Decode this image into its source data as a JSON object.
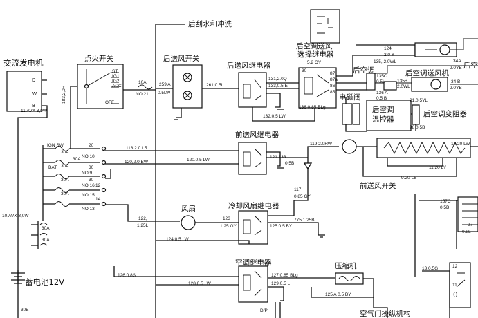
{
  "labels": {
    "alternator": "交流发电机",
    "alt_D": "D",
    "alt_W": "W",
    "alt_B": "B",
    "alt_wire": "11,AVX 8,0W",
    "ignition_switch": "点火开关",
    "ign_ST": "ST",
    "ign_IG1": "IG1",
    "ign_IG2": "IG2",
    "ign_ACC": "ACC",
    "ign_OFF": "OFF",
    "ign_wire": "183,2,0R",
    "fuse_10a": "10A",
    "fuse_no21": "NO.21",
    "rear_wiper": "后刮水和冲洗",
    "rear_fan_switch": "后送风开关",
    "wire_259": "259 A",
    "wire_05lw": "0.5LW",
    "rear_fan_relay": "后送风继电器",
    "wire_261": "261,0.5L",
    "wire_131": "131,2.0Q",
    "wire_133": "133,0.5 E",
    "wire_132": "132,0.5 LW",
    "rear_ac_select": "后空调送风",
    "rear_ac_select2": "选择继电器",
    "wire_52oy": "5.2 OY",
    "pin_30": "30",
    "pin_87": "87",
    "pin_87a": "87a",
    "pin_86": "86",
    "pin_85": "85",
    "wire_136": "136 0.85 BLg",
    "rear_ac_motor": "后空调送风机",
    "rear_ac_short": "后空调",
    "wire_124": "124",
    "wire_124b": "2.0 Y",
    "wire_135": "135, 2.0WL",
    "wire_134a": "34A",
    "wire_20yb": "2.0YB",
    "wire_135c": "135C",
    "wire_05l": "0.5L",
    "wire_135b": "135B",
    "wire_135b2": "2.0WL",
    "wire_134b": "34 B",
    "wire_20yb2": "2.0YB",
    "wire_136a": "136 A",
    "wire_136a2": "0.5 B",
    "solenoid": "电磁阀",
    "rear_ac_temp": "后空调",
    "rear_ac_temp2": "温控器",
    "wire_21": "21,0.5YL",
    "wire_98": "98 0.5B",
    "rear_ac_resistor": "后空调变阻器",
    "ign_sw": "IGN SW",
    "fuse_30a_1": "30A",
    "fuse_30a_2": "30A",
    "fuse_30a_3": "30A",
    "fuse_30a_4": "30A",
    "fuse_30a_5": "30A",
    "fuse_30a_6": "30A",
    "fuse_30a_7": "30A",
    "bat": "BAT",
    "no10": "NO.10",
    "fuse_30": "30",
    "fuse_no9": "NO.9",
    "fuse_30b": "30",
    "fuse_no16": "NO.16",
    "fuse_12": "12",
    "fuse_no15": "NO.15",
    "fuse_14": "14",
    "fuse_no13": "NO.13",
    "fuse_20": "20",
    "front_fan_relay": "前送风继电器",
    "wire_118": "118,2.0 LR",
    "wire_120": "120,2.0 BW",
    "wire_120b": "120.0.5 LW",
    "wire_121": "121.133",
    "wire_121b": "0.5B",
    "wire_119": "119 2.0RW",
    "wire_1220": "12.20 LW",
    "wire_1120": "11.20 LY",
    "wire_920": "9.20 LB",
    "front_fan_switch": "前送风开关",
    "wire_117": "117",
    "wire_085gy": "0.85 GY",
    "fan": "风扇",
    "wire_122": "122,",
    "wire_125l": "1.25L",
    "cooling_relay": "冷却风扇继电器",
    "wire_123": "123",
    "wire_125gy": "1.25 GY",
    "wire_125by": "125.0.5 BY",
    "wire_775": "775 1.25B",
    "wire_124lw": "124 0.5 LW",
    "ac_relay": "空调继电器",
    "wire_126": "126,0.8S",
    "wire_127": "127,0.85 BLg",
    "wire_128": "128,0.5 LW",
    "wire_129": "129.0.5 L",
    "compressor": "压缩机",
    "wire_125a": "125 A 0.5 BY",
    "dp": "D/P",
    "battery_wire": "10,AVX 8,0W",
    "battery": "蓄电池12V",
    "wire_30b": "30B",
    "wire_157c": "157C",
    "wire_157c2": "0.5B",
    "wire_27": "27",
    "wire_08l": "0.8L",
    "wire_1305": "13.0.5G",
    "pin_12": "12",
    "pin_11": "11",
    "damper": "空气门操纵机构",
    "pin_0": "0"
  }
}
